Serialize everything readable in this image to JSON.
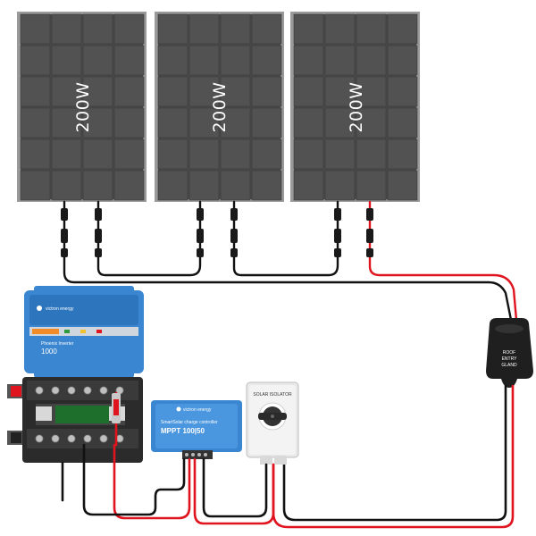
{
  "colors": {
    "panel": "#4a4a4a",
    "panel_frame": "#9a9a9a",
    "wire_black": "#111111",
    "wire_red": "#e0141e",
    "victron_blue": "#3a86d0",
    "busbar": "#2b2b2b",
    "isolator_body": "#e9e9e9"
  },
  "panels": [
    {
      "label": "200W"
    },
    {
      "label": "200W"
    },
    {
      "label": "200W"
    }
  ],
  "inverter": {
    "brand": "victron energy",
    "model": "Phoenix Inverter",
    "rating": "1000"
  },
  "charger": {
    "brand": "victron energy",
    "series": "SmartSolar charge controller",
    "model": "MPPT 100|50"
  },
  "isolator": {
    "label": "SOLAR ISOLATOR"
  },
  "gland": {
    "line1": "ROOF",
    "line2": "ENTRY",
    "line3": "GLAND"
  },
  "icons": {
    "isolator_switch": "rotary-switch-icon",
    "connector": "mc4-connector-icon"
  }
}
